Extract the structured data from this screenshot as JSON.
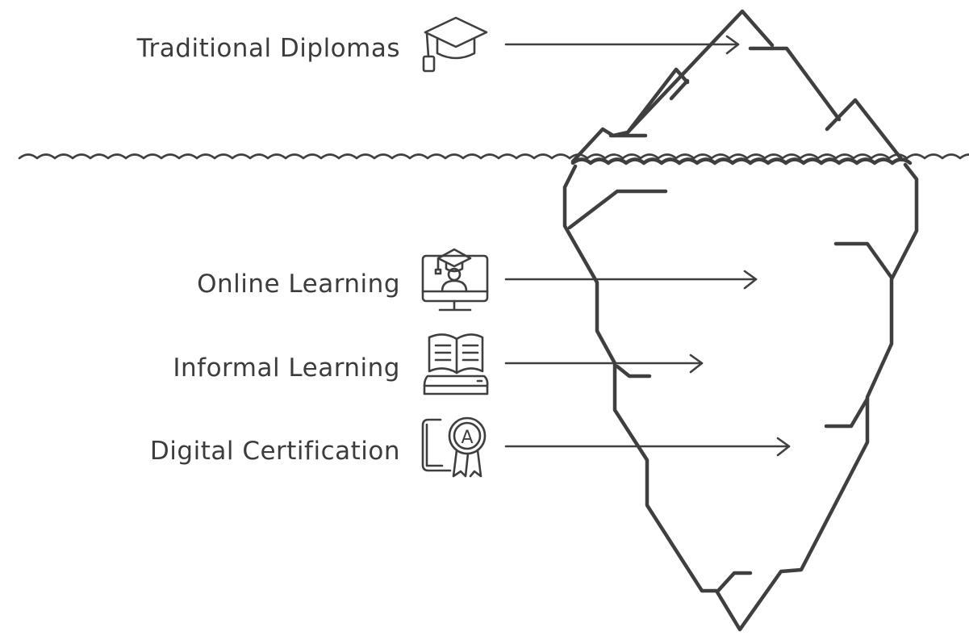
{
  "diagram": {
    "type": "iceberg",
    "above_water": [
      {
        "label": "Traditional Diplomas",
        "icon": "graduation-cap-icon"
      }
    ],
    "below_water": [
      {
        "label": "Online Learning",
        "icon": "online-graduate-monitor-icon"
      },
      {
        "label": "Informal Learning",
        "icon": "open-book-icon"
      },
      {
        "label": "Digital Certification",
        "icon": "certificate-award-icon"
      }
    ],
    "colors": {
      "ink": "#3f3f3f",
      "background": "#ffffff"
    }
  }
}
